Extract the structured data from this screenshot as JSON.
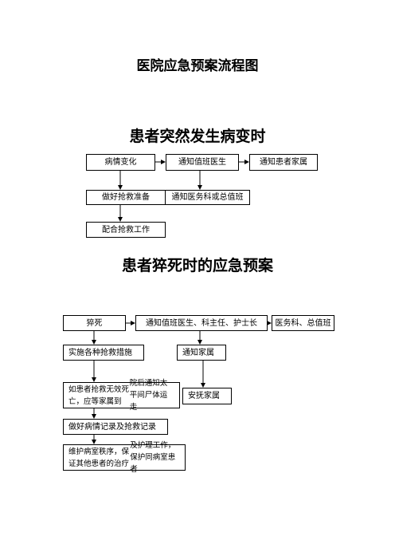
{
  "document": {
    "title": "医院应急预案流程图"
  },
  "section1": {
    "title": "患者突然发生病变时",
    "boxes": {
      "condition_change": "病情变化",
      "notify_doctor": "通知值班医生",
      "notify_family": "通知患者家属",
      "prepare_rescue": "做好抢救准备",
      "notify_medical_dept": "通知医务科或总值班",
      "assist_rescue": "配合抢救工作"
    }
  },
  "section2": {
    "title": "患者猝死时的应急预案",
    "boxes": {
      "sudden_death": "猝死",
      "notify_staff": "通知值班医生、科主任、护士长",
      "medical_dept": "医务科、总值班",
      "rescue_measures": "实施各种抢救措施",
      "notify_family": "通知家属",
      "comfort_family": "安抚家属",
      "ineffective_line1": "如患者抢救无效死亡，应等家属到",
      "ineffective_line2": "院后通知太平间尸体运走",
      "records": "做好病情记录及抢救记录",
      "order_line1": "维护病室秩序，保证其他患者的治疗",
      "order_line2": "及护理工作，保护同病室患者"
    }
  }
}
